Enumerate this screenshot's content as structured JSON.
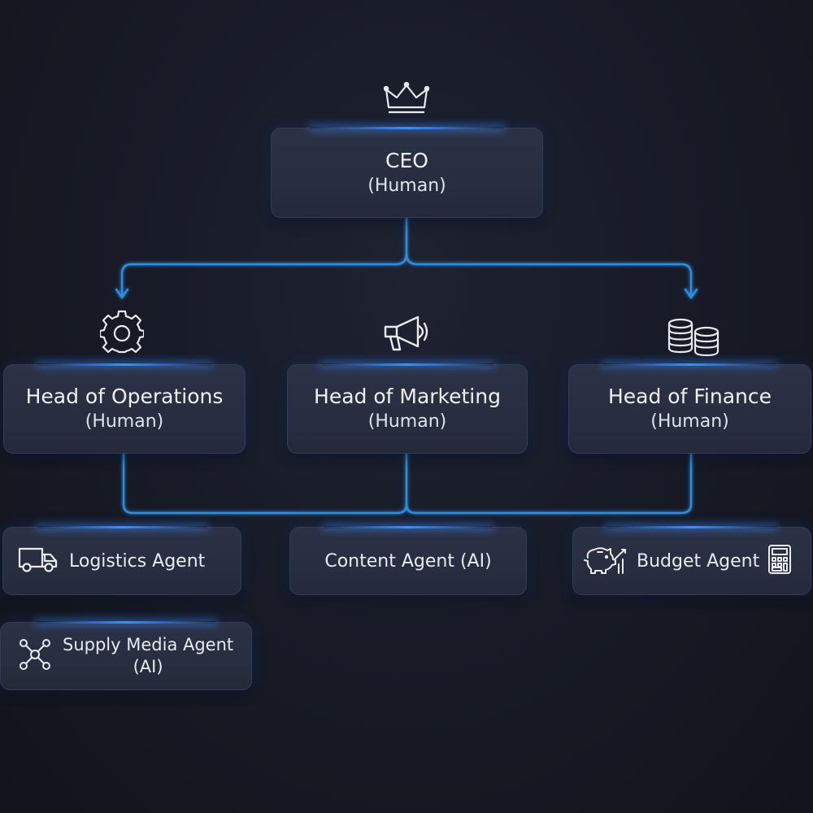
{
  "ceo": {
    "title": "CEO",
    "sub": "(Human)",
    "icon": "crown-icon"
  },
  "heads": [
    {
      "title": "Head of Operations",
      "sub": "(Human)",
      "icon": "gear-icon"
    },
    {
      "title": "Head of Marketing",
      "sub": "(Human)",
      "icon": "megaphone-icon"
    },
    {
      "title": "Head of Finance",
      "sub": "(Human)",
      "icon": "coins-icon"
    }
  ],
  "agents": [
    {
      "label": "Logistics Agent",
      "icon": "truck-icon"
    },
    {
      "label": "Content Agent (AI)"
    },
    {
      "label": "Budget Agent",
      "icon": "piggy-bank-chart-icon",
      "trailing_icon": "calculator-icon"
    },
    {
      "label_line1": "Supply Media Agent",
      "label_line2": "(AI)",
      "icon": "network-icon"
    }
  ],
  "colors": {
    "connector": "#2f8fe0",
    "accent": "#3d8cff",
    "node_bg": "#2a2f42",
    "background": "#171a25"
  }
}
